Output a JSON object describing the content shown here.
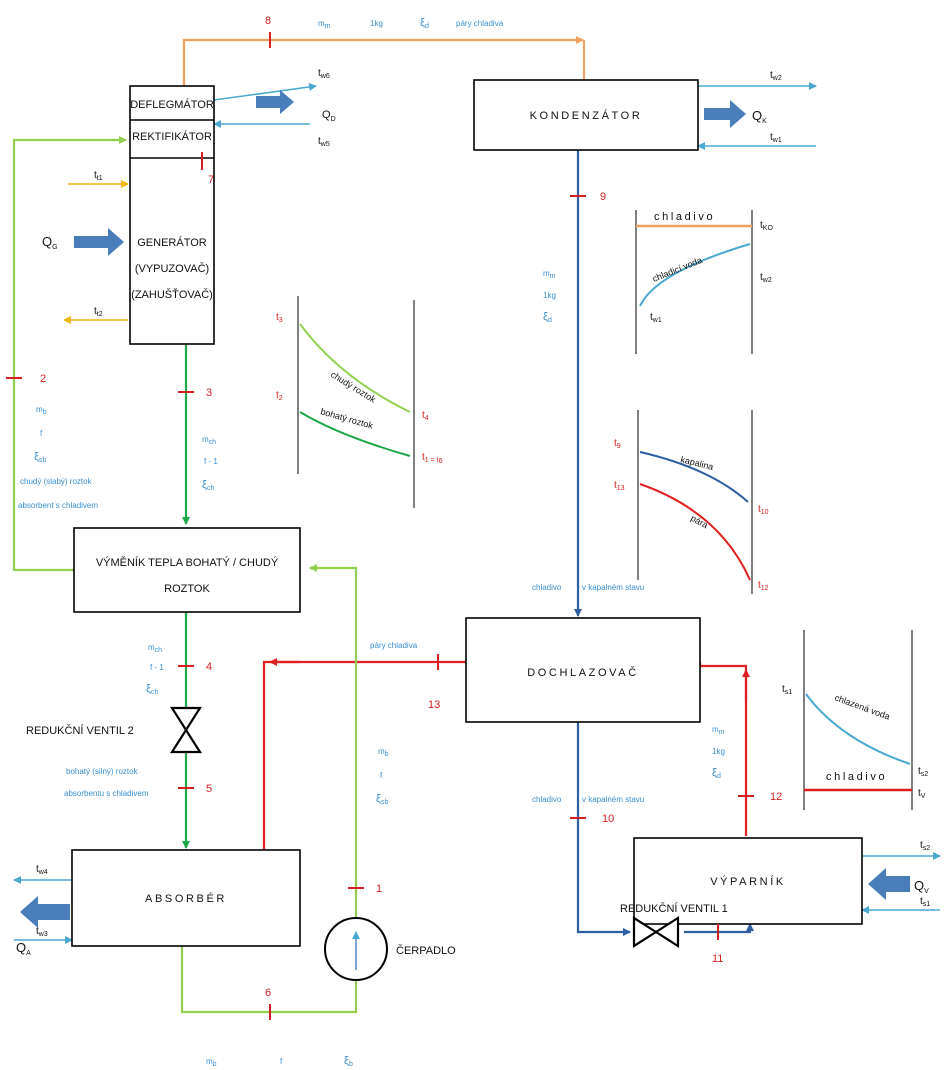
{
  "colors": {
    "orange": "#f0a060",
    "blue_dark": "#2e5fa4",
    "green_light": "#92d050",
    "green_dark": "#1fa84a",
    "red": "#e02020",
    "cyan": "#4aa8d0",
    "yellow": "#f5b400",
    "arrow_blue": "#4a7ebb",
    "label_blue": "#3b8fd0",
    "label_red": "#d42020"
  },
  "boxes": {
    "deflegmator": "DEFLEGMÁTOR",
    "rektifikator": "REKTIFIKÁTOR",
    "generator_1": "GENERÁTOR",
    "generator_2": "(VYPUZOVAČ)",
    "generator_3": "(ZAHUŠŤOVAČ)",
    "kondenzator": "KONDENZÁTOR",
    "vymenik_1": "VÝMĚNÍK TEPLA BOHATÝ / CHUDÝ",
    "vymenik_2": "ROZTOK",
    "dochlazovac": "DOCHLAZOVAČ",
    "absorber": "ABSORBÉR",
    "vyparnik": "VÝPARNÍK"
  },
  "components": {
    "reduction_valve_2": "REDUKČNÍ VENTIL 2",
    "reduction_valve_1": "REDUKČNÍ VENTIL 1",
    "pump": "ČERPADLO"
  },
  "point_numbers": {
    "p1": "1",
    "p2": "2",
    "p3": "3",
    "p4": "4",
    "p5": "5",
    "p6": "6",
    "p7": "7",
    "p8": "8",
    "p9": "9",
    "p10": "10",
    "p11": "11",
    "p12": "12",
    "p13": "13"
  },
  "heat_labels": {
    "qg_main": "Q",
    "qg_sub": "G",
    "qd_main": "Q",
    "qd_sub": "D",
    "qk_main": "Q",
    "qk_sub": "K",
    "qa_main": "Q",
    "qa_sub": "A",
    "qv_main": "Q",
    "qv_sub": "V"
  },
  "temperature_labels": {
    "tw6_main": "t",
    "tw6_sub": "w6",
    "tw5_main": "t",
    "tw5_sub": "w5",
    "tt1_main": "t",
    "tt1_sub": "t1",
    "tt2_main": "t",
    "tt2_sub": "t2",
    "tw2_main": "t",
    "tw2_sub": "w2",
    "tw1_main": "t",
    "tw1_sub": "w1",
    "tw4_main": "t",
    "tw4_sub": "w4",
    "tw3_main": "t",
    "tw3_sub": "w3",
    "ts2_main": "t",
    "ts2_sub": "s2",
    "ts1_main": "t",
    "ts1_sub": "s1"
  },
  "stream_labels": {
    "top_m": "m",
    "top_m_sub": "m",
    "top_1kg": "1kg",
    "top_xi": "ξ",
    "top_xi_sub": "d",
    "top_text": "páry chladiva",
    "s9_m": "m",
    "s9_m_sub": "m",
    "s9_1kg": "1kg",
    "s9_xi": "ξ",
    "s9_xi_sub": "d",
    "s12_m": "m",
    "s12_m_sub": "m",
    "s12_1kg": "1kg",
    "s12_xi": "ξ",
    "s12_xi_sub": "d",
    "left_m": "m",
    "left_m_sub": "b",
    "left_f": "f",
    "left_xi": "ξ",
    "left_xi_sub": "sb",
    "left_text1": "chudý (slabý) roztok",
    "left_text2": "absorbent s chladivem",
    "s3_m": "m",
    "s3_m_sub": "ch",
    "s3_f": "f - 1",
    "s3_xi": "ξ",
    "s3_xi_sub": "ch",
    "s4_m": "m",
    "s4_m_sub": "ch",
    "s4_f": "f - 1",
    "s4_xi": "ξ",
    "s4_xi_sub": "ch",
    "s5_text1": "bohatý (silný) roztok",
    "s5_text2": "absorbentu s chladivem",
    "s1_m": "m",
    "s1_m_sub": "b",
    "s1_f": "f",
    "s1_xi": "ξ",
    "s1_xi_sub": "sb",
    "bottom_m": "m",
    "bottom_m_sub": "b",
    "bottom_f": "f",
    "bottom_xi": "ξ",
    "bottom_xi_sub": "b",
    "s13_text": "páry chladiva",
    "s_liquid_top_a": "chladivo",
    "s_liquid_top_b": "v kapalném stavu",
    "s_liquid_bot_a": "chladivo",
    "s_liquid_bot_b": "v kapalném stavu"
  },
  "mini_charts": {
    "generator": {
      "t3_main": "t",
      "t3_sub": "3",
      "t2_main": "t",
      "t2_sub": "2",
      "t4_main": "t",
      "t4_sub": "4",
      "t16_main": "t",
      "t16_sub": "1 = t",
      "t16_sub2": "6",
      "curve_top": "chudý roztok",
      "curve_bottom": "bohatý roztok"
    },
    "kondenzator": {
      "band": "chladivo",
      "curve": "chladicí voda",
      "tko_main": "t",
      "tko_sub": "KO",
      "tw2_main": "t",
      "tw2_sub": "w2",
      "tw1_main": "t",
      "tw1_sub": "w1"
    },
    "dochlazovac": {
      "t9_main": "t",
      "t9_sub": "9",
      "t13_main": "t",
      "t13_sub": "13",
      "t10_main": "t",
      "t10_sub": "10",
      "t12_main": "t",
      "t12_sub": "12",
      "curve_top": "kapalina",
      "curve_bottom": "pára"
    },
    "vyparnik": {
      "ts1_main": "t",
      "ts1_sub": "s1",
      "ts2_main": "t",
      "ts2_sub": "s2",
      "tv_main": "t",
      "tv_sub": "V",
      "curve": "chlazená voda",
      "band": "chladivo"
    }
  }
}
